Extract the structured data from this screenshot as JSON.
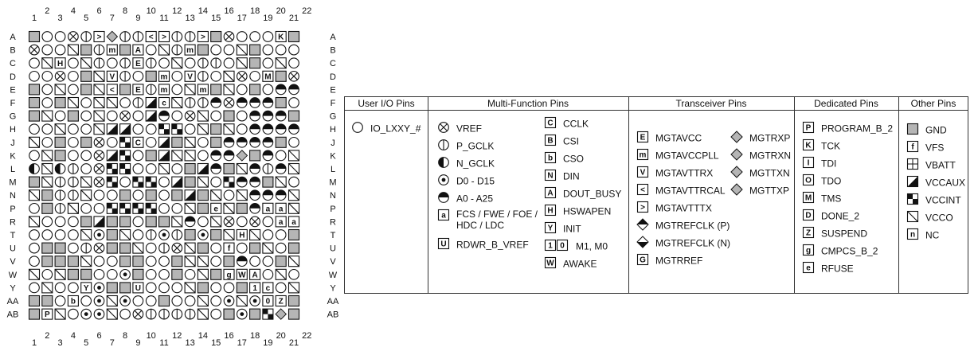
{
  "grid": {
    "col_labels": [
      "1",
      "2",
      "3",
      "4",
      "5",
      "6",
      "7",
      "8",
      "9",
      "10",
      "11",
      "12",
      "13",
      "14",
      "15",
      "16",
      "17",
      "18",
      "19",
      "20",
      "21",
      "22"
    ],
    "row_labels": [
      "A",
      "B",
      "C",
      "D",
      "E",
      "F",
      "G",
      "H",
      "J",
      "K",
      "L",
      "M",
      "N",
      "P",
      "R",
      "T",
      "U",
      "V",
      "W",
      "Y",
      "AA",
      "AB"
    ],
    "pin_codes": [
      "G..xd>Ddd<>dd>Gx...KG",
      "x..NGdmGA.NdmG..NG...",
      ".NH.Nd.dEd.N.dd.NG.N.",
      "..x.GNVd.Gm.Vd.Nx.MGx",
      "G.N.GN<GEdm.NmGN.G.hh",
      "G.GN.NN.dvcNddhxhhhG.",
      "GN.G.N.x.vh.xN.G.hhhG",
      "..N..Nvv..BB.NGN.hhhh",
      "N.G.Gx.BC.vGN.GhhhhG.",
      ".NG..xvB.GvNN.hhDGh.N",
      "lNld.xBB..N.GvhGNhdhN",
      "GNddNxB.BB.vGN.BhhGN.",
      "NGddN..G.G.GvGN.NhhhN",
      ".GdN..BBBB..NGeNGhaaN",
      "N...GvGG.GGNh.Nx.x.aa",
      "....NoGN.dodGoGNHN..G",
      ".GG.dxGGN.dxNG.f.GN.G",
      ".GGGN..GG..GNN.Gh..GN",
      "N.NGG..oG..G.NGgWA.N.",
      ".N..YoGGU...NG..G1c.N",
      "GG.b.oNo..G..N.oNo0ZG",
      "GPN.ooN.xddddN.GoGBDG"
    ]
  },
  "legend": {
    "headers": {
      "user_io": "User I/O Pins",
      "multi_function": "Multi-Function Pins",
      "transceiver": "Transceiver Pins",
      "dedicated": "Dedicated Pins",
      "other": "Other Pins"
    },
    "user_io": [
      {
        "icon": "circle-icon",
        "label": "IO_LXXY_#"
      }
    ],
    "multi_function_left": [
      {
        "icon": "circle-x-icon",
        "label": "VREF"
      },
      {
        "icon": "circle-half-left-icon",
        "label": "P_GCLK"
      },
      {
        "icon": "circle-half-left-filled-icon",
        "label": "N_GCLK"
      },
      {
        "icon": "circle-dot-icon",
        "label": "D0 - D15"
      },
      {
        "icon": "circle-half-top-icon",
        "label": "A0 - A25"
      },
      {
        "icon": "letter-square-icon",
        "glyph": "a",
        "label": "FCS / FWE / FOE / HDC / LDC"
      },
      {
        "icon": "letter-square-icon",
        "glyph": "U",
        "label": "RDWR_B_VREF"
      }
    ],
    "multi_function_right": [
      {
        "icon": "letter-square-icon",
        "glyph": "C",
        "label": "CCLK"
      },
      {
        "icon": "letter-square-icon",
        "glyph": "B",
        "label": "CSI"
      },
      {
        "icon": "letter-square-icon",
        "glyph": "b",
        "label": "CSO"
      },
      {
        "icon": "letter-square-icon",
        "glyph": "N",
        "label": "DIN"
      },
      {
        "icon": "letter-square-icon",
        "glyph": "A",
        "label": "DOUT_BUSY"
      },
      {
        "icon": "letter-square-icon",
        "glyph": "H",
        "label": "HSWAPEN"
      },
      {
        "icon": "letter-square-icon",
        "glyph": "Y",
        "label": "INIT"
      },
      {
        "icon": "two-squares-icon",
        "glyph": "1",
        "glyph2": "0",
        "label": "M1, M0"
      },
      {
        "icon": "letter-square-icon",
        "glyph": "W",
        "label": "AWAKE"
      }
    ],
    "transceiver_left": [
      {
        "icon": "letter-square-icon",
        "glyph": "E",
        "label": "MGTAVCC"
      },
      {
        "icon": "letter-square-icon",
        "glyph": "m",
        "label": "MGTAVCCPLL"
      },
      {
        "icon": "letter-square-icon",
        "glyph": "V",
        "label": "MGTAVTTRX"
      },
      {
        "icon": "letter-square-icon",
        "glyph": "<",
        "label": "MGTAVTTRCAL"
      },
      {
        "icon": "letter-square-icon",
        "glyph": ">",
        "label": "MGTAVTTTX"
      },
      {
        "icon": "diamond-top-filled-icon",
        "label": "MGTREFCLK (P)"
      },
      {
        "icon": "diamond-bottom-filled-icon",
        "label": "MGTREFCLK (N)"
      },
      {
        "icon": "letter-square-icon",
        "glyph": "G",
        "label": "MGTRREF"
      }
    ],
    "transceiver_right": [
      {
        "icon": "diamond-gray-icon",
        "label": "MGTRXP"
      },
      {
        "icon": "diamond-gray-icon",
        "label": "MGTRXN"
      },
      {
        "icon": "diamond-gray-icon",
        "label": "MGTTXN"
      },
      {
        "icon": "diamond-gray-icon",
        "label": "MGTTXP"
      }
    ],
    "dedicated": [
      {
        "icon": "letter-square-icon",
        "glyph": "P",
        "label": "PROGRAM_B_2"
      },
      {
        "icon": "letter-square-icon",
        "glyph": "K",
        "label": "TCK"
      },
      {
        "icon": "letter-square-icon",
        "glyph": "I",
        "label": "TDI"
      },
      {
        "icon": "letter-square-icon",
        "glyph": "O",
        "label": "TDO"
      },
      {
        "icon": "letter-square-icon",
        "glyph": "M",
        "label": "TMS"
      },
      {
        "icon": "letter-square-icon",
        "glyph": "D",
        "label": "DONE_2"
      },
      {
        "icon": "letter-square-icon",
        "glyph": "Z",
        "label": "SUSPEND"
      },
      {
        "icon": "letter-square-icon",
        "glyph": "g",
        "label": "CMPCS_B_2"
      },
      {
        "icon": "letter-square-icon",
        "glyph": "e",
        "label": "RFUSE"
      }
    ],
    "other": [
      {
        "icon": "gray-square-icon",
        "label": "GND"
      },
      {
        "icon": "letter-square-icon",
        "glyph": "f",
        "label": "VFS"
      },
      {
        "icon": "plus-square-icon",
        "label": "VBATT"
      },
      {
        "icon": "diagonal-filled-square-icon",
        "label": "VCCAUX"
      },
      {
        "icon": "checker-square-icon",
        "label": "VCCINT"
      },
      {
        "icon": "slash-square-icon",
        "label": "VCCO"
      },
      {
        "icon": "letter-square-icon",
        "glyph": "n",
        "label": "NC"
      }
    ]
  }
}
